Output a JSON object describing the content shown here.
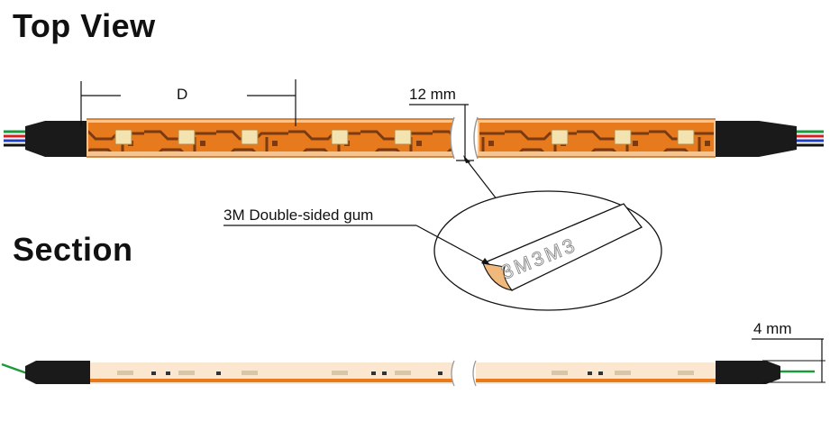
{
  "titles": {
    "top_view": "Top View",
    "section": "Section"
  },
  "dimensions": {
    "pitch_label": "D",
    "width_label": "12 mm",
    "height_label": "4 mm"
  },
  "callout": {
    "tape_label": "3M Double-sided gum",
    "tape_print": "3M3M3"
  },
  "colors": {
    "strip_orange": "#e87a1e",
    "strip_light": "#f6c48f",
    "trace_brown": "#7a3b12",
    "led_chip": "#f3e3b0",
    "end_cap": "#1a1a1a",
    "cable_green": "#1a9a3a",
    "cable_red": "#d62020",
    "cable_blue": "#2040c0"
  }
}
